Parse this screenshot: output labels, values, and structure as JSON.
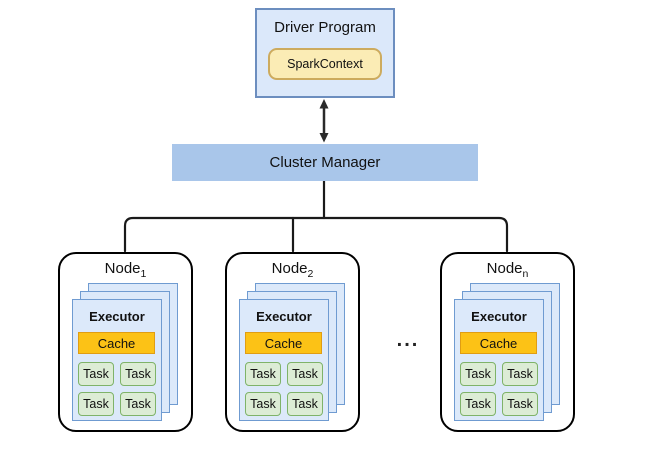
{
  "diagram": {
    "driver": {
      "title": "Driver Program",
      "spark_context_label": "SparkContext"
    },
    "cluster_manager": {
      "label": "Cluster Manager"
    },
    "ellipsis": "...",
    "nodes": [
      {
        "label": "Node",
        "subscript": "1",
        "executor": {
          "title": "Executor",
          "cache_label": "Cache",
          "tasks": [
            "Task",
            "Task",
            "Task",
            "Task"
          ],
          "stacked_cards": 3
        }
      },
      {
        "label": "Node",
        "subscript": "2",
        "executor": {
          "title": "Executor",
          "cache_label": "Cache",
          "tasks": [
            "Task",
            "Task",
            "Task",
            "Task"
          ],
          "stacked_cards": 3
        }
      },
      {
        "label": "Node",
        "subscript": "n",
        "executor": {
          "title": "Executor",
          "cache_label": "Cache",
          "tasks": [
            "Task",
            "Task",
            "Task",
            "Task"
          ],
          "stacked_cards": 3
        }
      }
    ],
    "colors": {
      "driver_fill": "#dbe8fa",
      "driver_border": "#6c8ebf",
      "spark_context_fill": "#fbecb5",
      "spark_context_border": "#cdab5e",
      "cluster_manager_fill": "#a9c6ea",
      "executor_fill": "#dce9fa",
      "executor_border": "#6f9bd1",
      "cache_fill": "#fcc216",
      "cache_border": "#e09d13",
      "task_fill": "#dcecd5",
      "task_border": "#7fb369",
      "node_border": "#000000",
      "connector": "#1a1a1a"
    }
  }
}
